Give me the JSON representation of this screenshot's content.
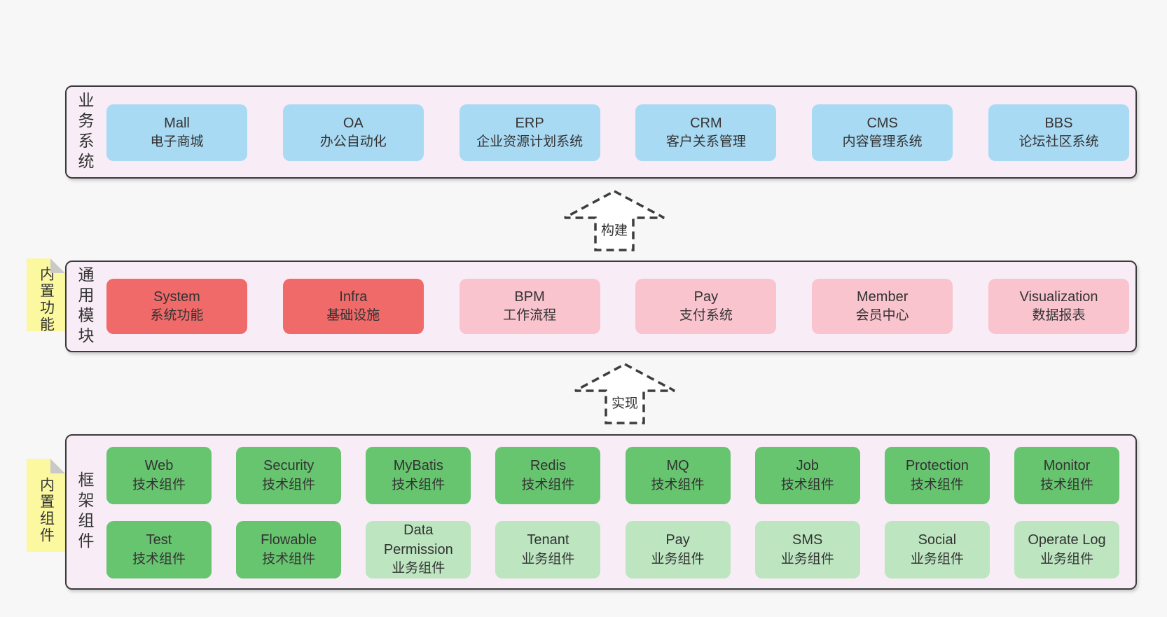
{
  "colors": {
    "page_bg": "#f7f7f7",
    "container_bg": "#f8edf6",
    "container_border": "#3a3a3a",
    "blue": "#a9daf3",
    "red": "#f06a6a",
    "pink": "#f9c4ce",
    "green_dark": "#67c46f",
    "green_light": "#bce5c0",
    "note_bg": "#fbf8a0",
    "note_fold": "#c9c9c9",
    "text": "#333333",
    "arrow_stroke": "#3d3d3d"
  },
  "layers": [
    {
      "label": "业务系统",
      "boxes": [
        {
          "title": "Mall",
          "subtitle": "电子商城"
        },
        {
          "title": "OA",
          "subtitle": "办公自动化"
        },
        {
          "title": "ERP",
          "subtitle": "企业资源计划系统"
        },
        {
          "title": "CRM",
          "subtitle": "客户关系管理"
        },
        {
          "title": "CMS",
          "subtitle": "内容管理系统"
        },
        {
          "title": "BBS",
          "subtitle": "论坛社区系统"
        }
      ]
    },
    {
      "label": "通用模块",
      "boxes": [
        {
          "title": "System",
          "subtitle": "系统功能"
        },
        {
          "title": "Infra",
          "subtitle": "基础设施"
        },
        {
          "title": "BPM",
          "subtitle": "工作流程"
        },
        {
          "title": "Pay",
          "subtitle": "支付系统"
        },
        {
          "title": "Member",
          "subtitle": "会员中心"
        },
        {
          "title": "Visualization",
          "subtitle": "数据报表"
        }
      ]
    },
    {
      "label": "框架组件",
      "rows": [
        [
          {
            "title": "Web",
            "subtitle": "技术组件"
          },
          {
            "title": "Security",
            "subtitle": "技术组件"
          },
          {
            "title": "MyBatis",
            "subtitle": "技术组件"
          },
          {
            "title": "Redis",
            "subtitle": "技术组件"
          },
          {
            "title": "MQ",
            "subtitle": "技术组件"
          },
          {
            "title": "Job",
            "subtitle": "技术组件"
          },
          {
            "title": "Protection",
            "subtitle": "技术组件"
          },
          {
            "title": "Monitor",
            "subtitle": "技术组件"
          }
        ],
        [
          {
            "title": "Test",
            "subtitle": "技术组件"
          },
          {
            "title": "Flowable",
            "subtitle": "技术组件"
          },
          {
            "title": "Data Permission",
            "subtitle": "业务组件"
          },
          {
            "title": "Tenant",
            "subtitle": "业务组件"
          },
          {
            "title": "Pay",
            "subtitle": "业务组件"
          },
          {
            "title": "SMS",
            "subtitle": "业务组件"
          },
          {
            "title": "Social",
            "subtitle": "业务组件"
          },
          {
            "title": "Operate Log",
            "subtitle": "业务组件"
          }
        ]
      ]
    }
  ],
  "notes": [
    {
      "text": "内置功能"
    },
    {
      "text": "内置组件"
    }
  ],
  "arrows": [
    {
      "label": "构建"
    },
    {
      "label": "实现"
    }
  ]
}
